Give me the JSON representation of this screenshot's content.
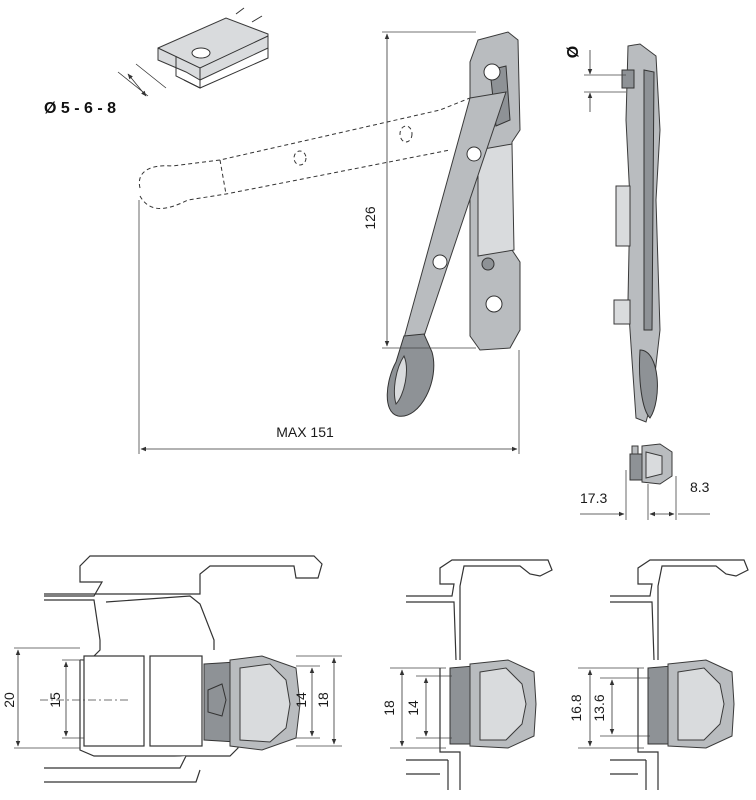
{
  "labels": {
    "diameter_options": "Ø 5 - 6 - 8",
    "diameter_symbol": "Ø",
    "height": "126",
    "max_reach": "MAX 151",
    "depth_a": "17.3",
    "depth_b": "8.3",
    "section1_outer": "20",
    "section1_inner": "15",
    "section1_right_inner": "14",
    "section1_right_outer": "18",
    "section2_outer": "18",
    "section2_inner": "14",
    "section3_outer": "16.8",
    "section3_inner": "13.6"
  },
  "colors": {
    "metal": "#b9bcbf",
    "metal_dark": "#8e9296",
    "line": "#333333"
  }
}
